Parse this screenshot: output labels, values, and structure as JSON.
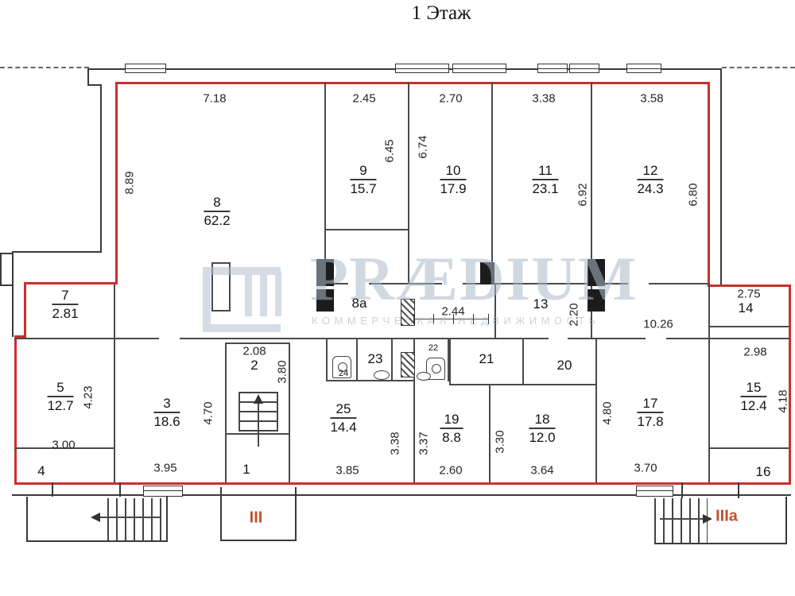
{
  "title": "1 Этаж",
  "watermark": {
    "brand": "PRÆDIUM",
    "subtitle": "КОММЕРЧЕСКАЯ НЕДВИЖИМОСТЬ"
  },
  "entrances": {
    "left": "III",
    "right": "IIIa"
  },
  "rooms": {
    "r1": {
      "number": "1"
    },
    "r2": {
      "number": "2"
    },
    "r3": {
      "number": "3",
      "area": "18.6"
    },
    "r4": {
      "number": "4"
    },
    "r5": {
      "number": "5",
      "area": "12.7"
    },
    "r7": {
      "number": "7",
      "area": "2.81"
    },
    "r8": {
      "number": "8",
      "area": "62.2"
    },
    "r8a": {
      "number": "8а"
    },
    "r9": {
      "number": "9",
      "area": "15.7"
    },
    "r10": {
      "number": "10",
      "area": "17.9"
    },
    "r11": {
      "number": "11",
      "area": "23.1"
    },
    "r12": {
      "number": "12",
      "area": "24.3"
    },
    "r13": {
      "number": "13"
    },
    "r14": {
      "number": "14"
    },
    "r15": {
      "number": "15",
      "area": "12.4"
    },
    "r16": {
      "number": "16"
    },
    "r17": {
      "number": "17",
      "area": "17.8"
    },
    "r18": {
      "number": "18",
      "area": "12.0"
    },
    "r19": {
      "number": "19",
      "area": "8.8"
    },
    "r20": {
      "number": "20"
    },
    "r21": {
      "number": "21"
    },
    "r22": {
      "number": "22"
    },
    "r23": {
      "number": "23"
    },
    "r24": {
      "number": "24"
    },
    "r25": {
      "number": "25",
      "area": "14.4"
    }
  },
  "dims": {
    "top1": "7.18",
    "top2": "2.45",
    "top3": "2.70",
    "top4": "3.38",
    "top5": "3.58",
    "left_h": "8.89",
    "r9_h": "6.45",
    "r10_h": "6.74",
    "r11_h": "6.92",
    "r12_h": "6.80",
    "hall_w": "2.44",
    "r13_h": "2.20",
    "corridor_w": "10.26",
    "r14_w": "2.75",
    "r15_w": "2.98",
    "r15_h": "4.18",
    "r5_h": "4.23",
    "r5_w": "3.00",
    "stair_w": "2.08",
    "stair_h": "3.80",
    "r3_h": "4.70",
    "r3_w": "3.95",
    "r25_w": "3.85",
    "r25_h": "3.38",
    "r19_h": "3.37",
    "r19_w": "2.60",
    "r18_h": "3.30",
    "r18_w": "3.64",
    "r17_h": "4.80",
    "r17_w": "3.70"
  },
  "colors": {
    "boundary": "#c9302c",
    "walls": "#4a4a4a",
    "watermark": "#aab9cb",
    "entrance": "#c0522a"
  }
}
